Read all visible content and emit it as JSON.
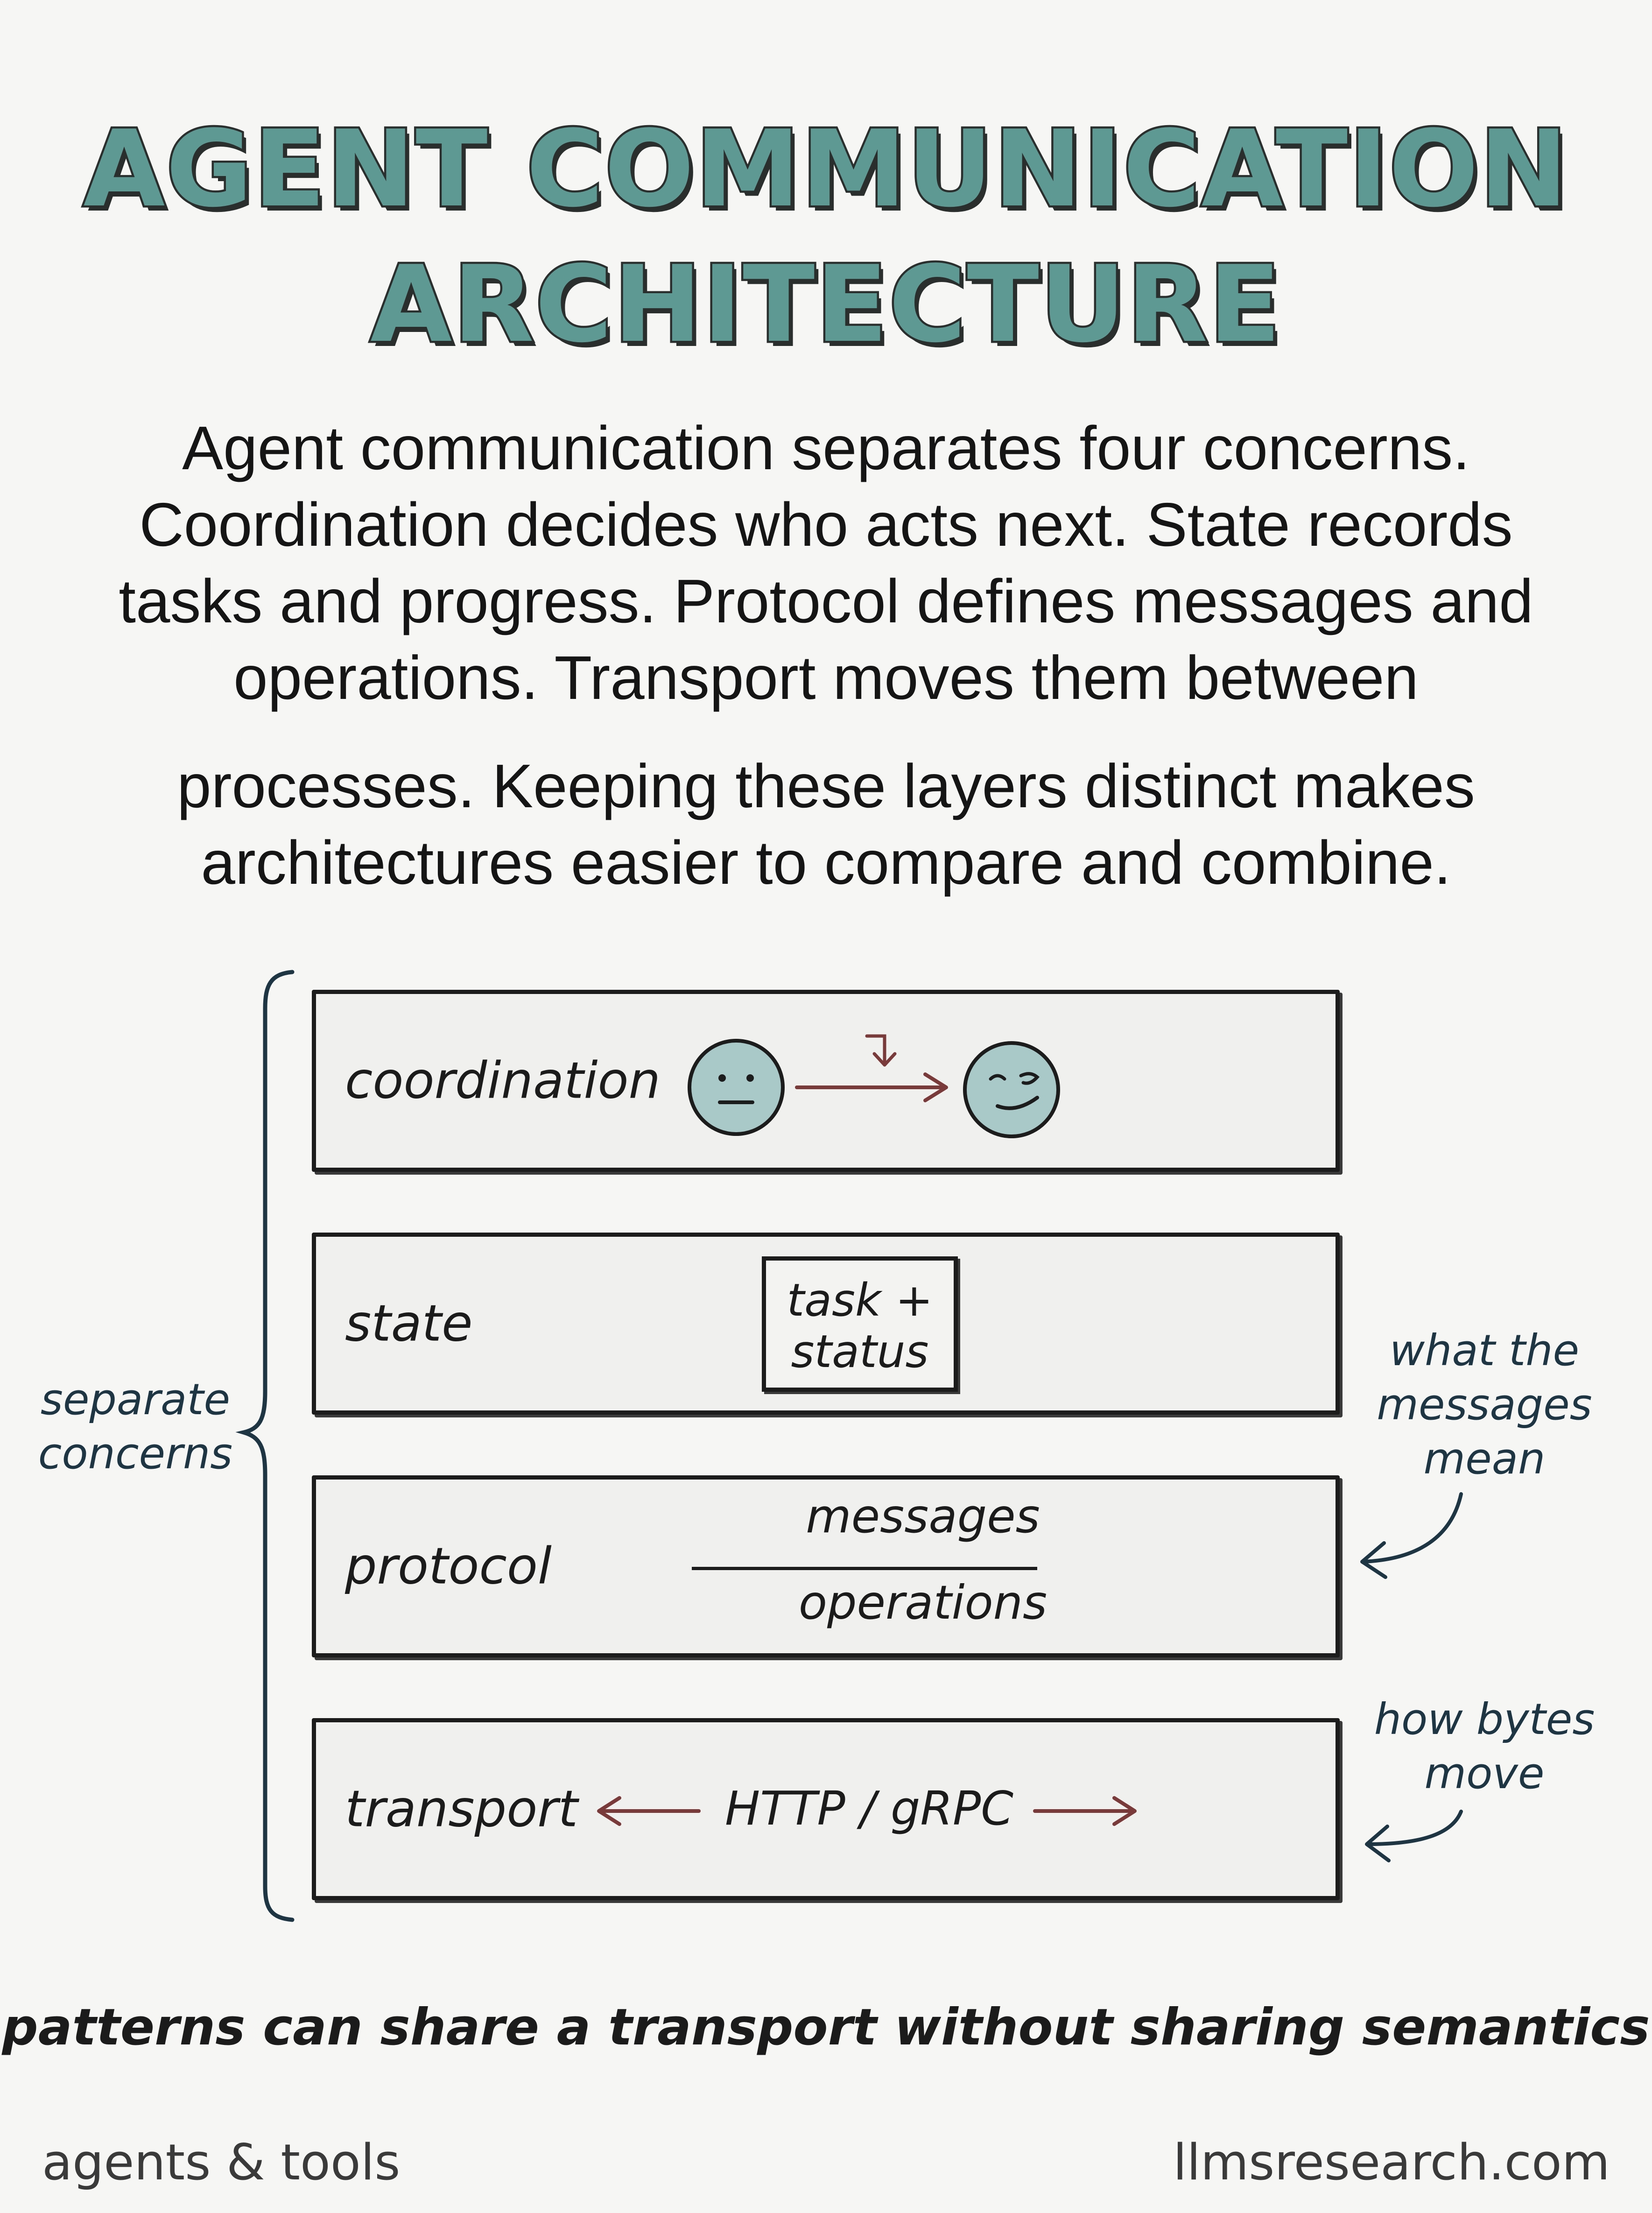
{
  "title": {
    "line1": "AGENT COMMUNICATION",
    "line2": "ARCHITECTURE"
  },
  "intro": {
    "lines_a": [
      "Agent communication separates four concerns.",
      "Coordination decides who acts next. State records",
      "tasks and progress. Protocol defines messages and",
      "operations. Transport moves them between"
    ],
    "lines_b": [
      "processes. Keeping these layers distinct makes",
      "architectures easier to compare and combine."
    ]
  },
  "diagram": {
    "brace_label": [
      "separate",
      "concerns"
    ],
    "layers": [
      {
        "label": "coordination"
      },
      {
        "label": "state",
        "box_lines": [
          "task +",
          "status"
        ]
      },
      {
        "label": "protocol",
        "numerator": "messages",
        "denominator": "operations"
      },
      {
        "label": "transport",
        "center": "HTTP / gRPC"
      }
    ],
    "notes": {
      "protocol": [
        "what the",
        "messages",
        "mean"
      ],
      "transport": [
        "how bytes",
        "move"
      ]
    },
    "colors": {
      "arrow": "#7a3a3a",
      "face": "#a9c9c9",
      "brace": "#1e3644"
    }
  },
  "tagline": "patterns can share a transport without sharing semantics",
  "footer": {
    "left": "agents & tools",
    "right": "llmsresearch.com"
  }
}
